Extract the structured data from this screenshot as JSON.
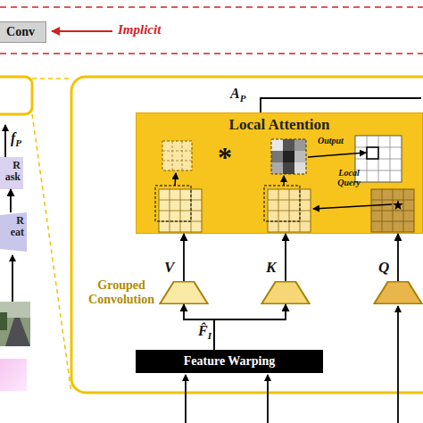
{
  "diagram": {
    "nodes": [
      {
        "text": [
          "Conv"
        ]
      },
      {
        "text": [
          "R ask"
        ]
      },
      {
        "text": [
          "R eat"
        ]
      },
      {
        "text": [
          "Local Attention"
        ]
      },
      {
        "text": [
          "V"
        ]
      },
      {
        "text": [
          "K"
        ]
      },
      {
        "text": [
          "Q"
        ]
      },
      {
        "text": [
          "Feature Warping"
        ]
      }
    ],
    "edges": [
      {
        "from": 2,
        "to": 1,
        "arrow": "to"
      },
      {
        "from": 4,
        "to": 3,
        "arrow": "to"
      },
      {
        "from": 5,
        "to": 3,
        "arrow": "to"
      },
      {
        "from": 6,
        "to": 3,
        "arrow": "to"
      },
      {
        "from": 7,
        "to": 4,
        "arrow": "to"
      },
      {
        "from": 7,
        "to": 5,
        "arrow": "to"
      }
    ],
    "labels": [
      "Implicit",
      "fP",
      "AP",
      "*",
      "Output",
      "Local Query",
      "Grouped Convolution",
      "F̂I"
    ]
  }
}
